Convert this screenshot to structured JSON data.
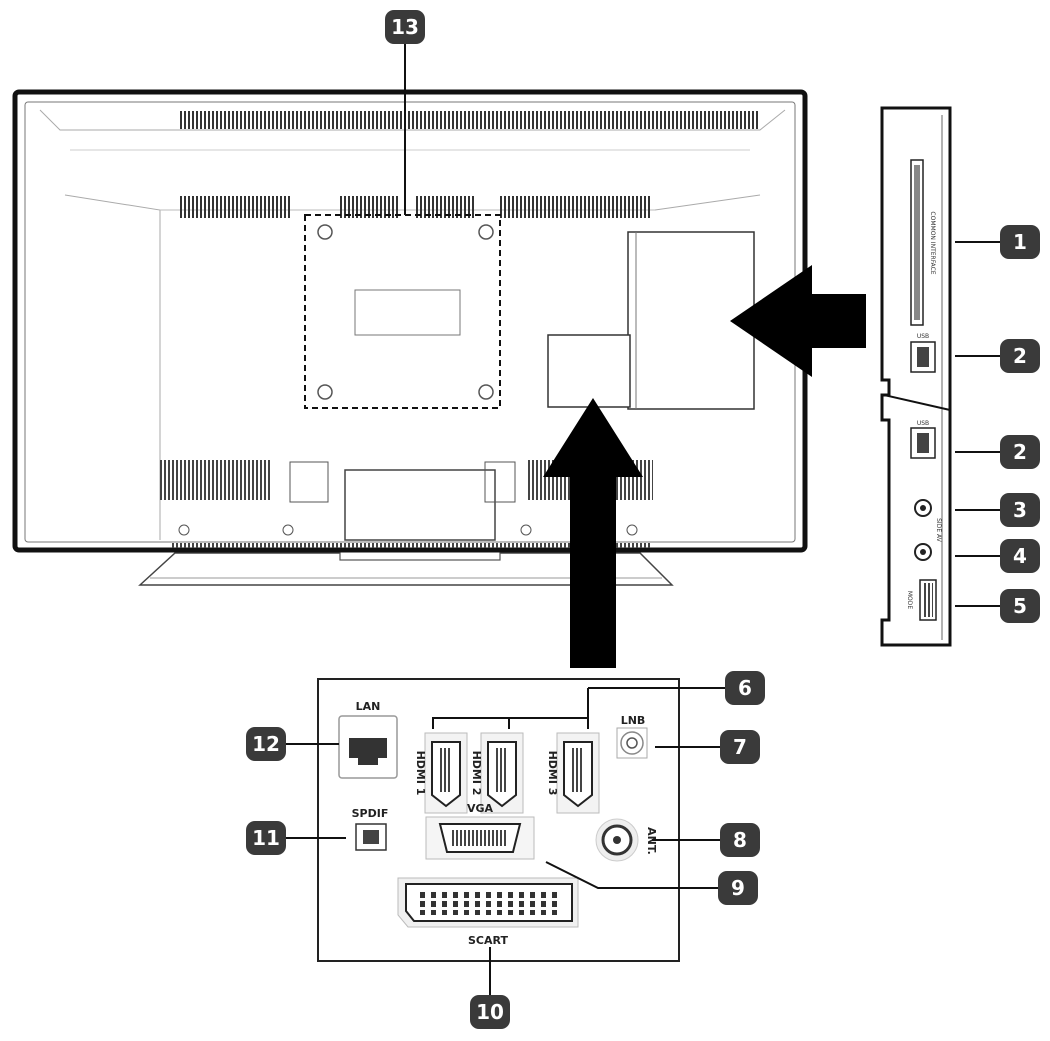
{
  "callouts": {
    "c1": "1",
    "c2a": "2",
    "c2b": "2",
    "c3": "3",
    "c4": "4",
    "c5": "5",
    "c6": "6",
    "c7": "7",
    "c8": "8",
    "c9": "9",
    "c10": "10",
    "c11": "11",
    "c12": "12",
    "c13": "13"
  },
  "ports": {
    "lan": "LAN",
    "hdmi1": "HDMI 1",
    "hdmi2": "HDMI 2",
    "hdmi3": "HDMI 3",
    "lnb": "LNB",
    "spdif": "SPDIF",
    "vga": "VGA",
    "ant": "ANT.",
    "scart": "SCART"
  },
  "side_panel": {
    "ci_slot": "COMMON INTERFACE",
    "usb_top": "USB",
    "usb_bottom": "USB",
    "side_av": "SIDE AV",
    "mode": "MODE"
  },
  "colors": {
    "badge": "#3a3a3a",
    "line": "#111111"
  }
}
